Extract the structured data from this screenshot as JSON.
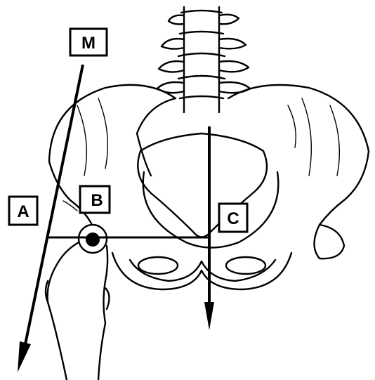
{
  "labels": {
    "M": "M",
    "A": "A",
    "B": "B",
    "C": "C"
  },
  "colors": {
    "ink": "#000000",
    "background": "#ffffff"
  }
}
